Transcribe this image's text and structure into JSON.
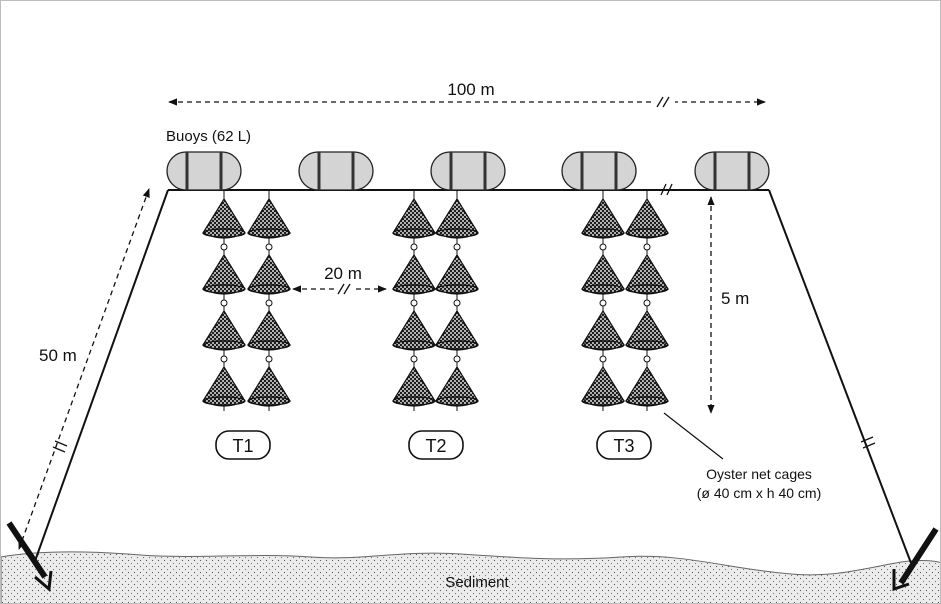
{
  "labels": {
    "length": "100 m",
    "buoys": "Buoys (62 L)",
    "spacing": "20 m",
    "depth": "5 m",
    "anchor_line": "50 m",
    "cages_line1": "Oyster net cages",
    "cages_line2": "(ø 40 cm x h 40 cm)",
    "sediment": "Sediment"
  },
  "treatments": [
    "T1",
    "T2",
    "T3"
  ],
  "colors": {
    "line": "#111111",
    "buoy_fill": "#d4d4d4",
    "sediment_fill": "#ececec",
    "frame": "#bdbdbd"
  }
}
